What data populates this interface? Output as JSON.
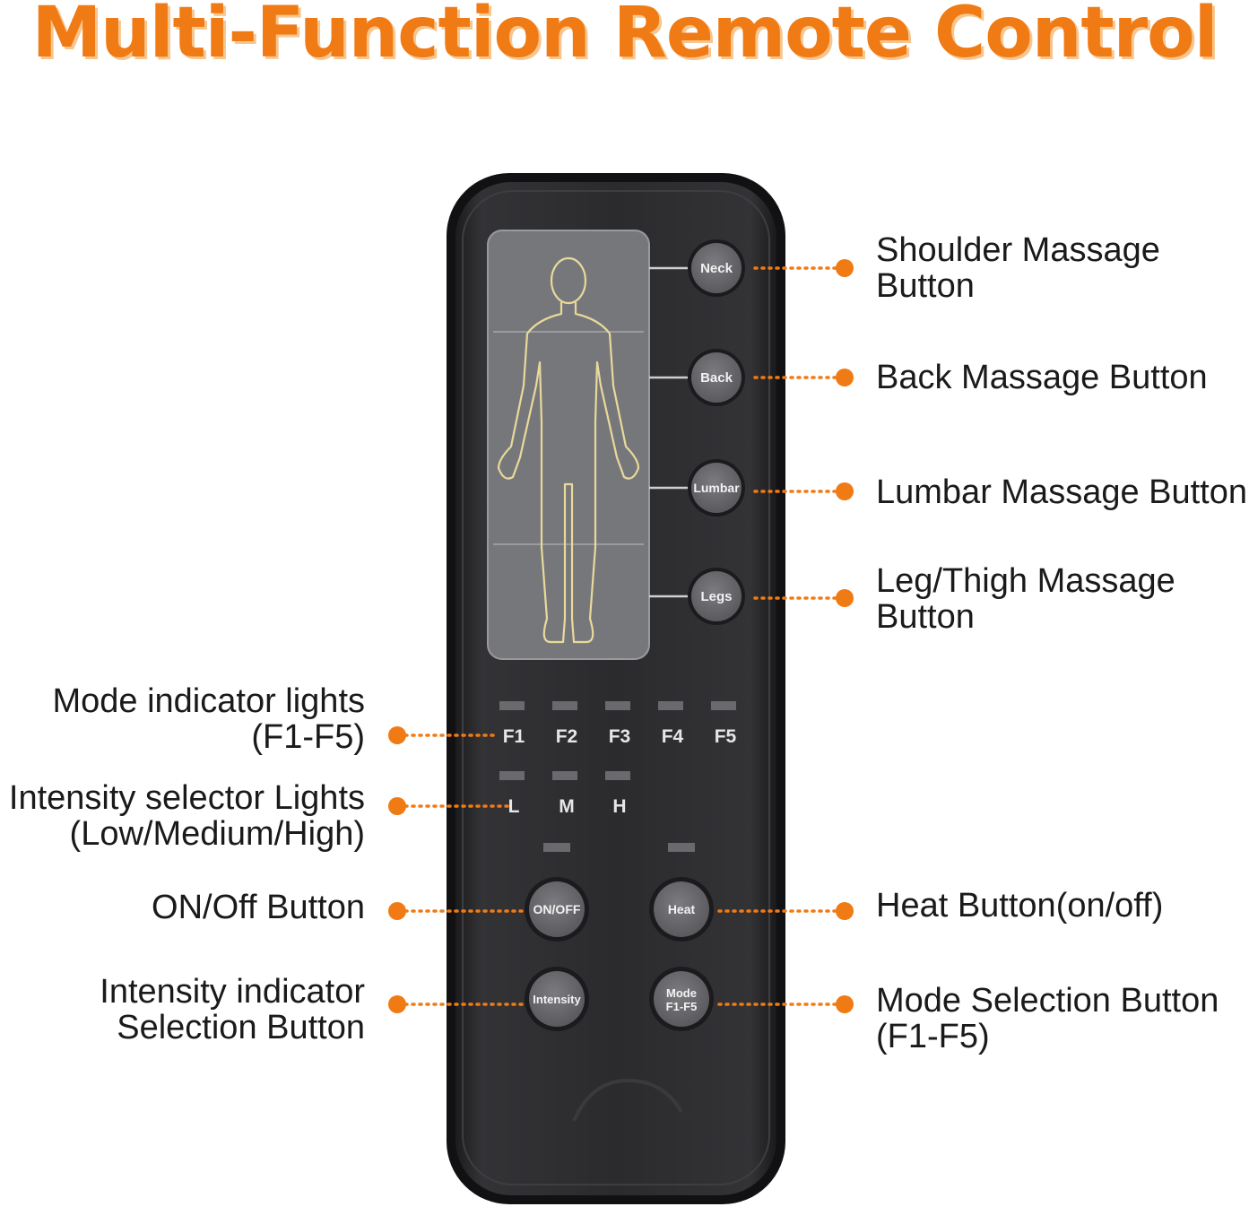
{
  "title": "Multi-Function Remote Control",
  "remote": {
    "buttons": {
      "neck": "Neck",
      "back": "Back",
      "lumbar": "Lumbar",
      "legs": "Legs",
      "onoff": "ON/OFF",
      "heat": "Heat",
      "intensity": "Intensity",
      "mode_line1": "Mode",
      "mode_line2": "F1-F5"
    },
    "mode_lights": [
      "F1",
      "F2",
      "F3",
      "F4",
      "F5"
    ],
    "intensity_lights": [
      "L",
      "M",
      "H"
    ]
  },
  "callouts": {
    "shoulder": {
      "line1": "Shoulder Massage",
      "line2": "Button"
    },
    "back": {
      "line1": "Back Massage Button"
    },
    "lumbar": {
      "line1": "Lumbar Massage Button"
    },
    "leg": {
      "line1": "Leg/Thigh Massage",
      "line2": "Button"
    },
    "mode_lights": {
      "line1": "Mode indicator lights",
      "line2": "(F1-F5)"
    },
    "intensity_lights": {
      "line1": "Intensity selector Lights",
      "line2": "(Low/Medium/High)"
    },
    "onoff": {
      "line1": "ON/Off Button"
    },
    "heat": {
      "line1": "Heat Button(on/off)"
    },
    "intensity_button": {
      "line1": "Intensity indicator",
      "line2": "Selection Button"
    },
    "mode_button": {
      "line1": "Mode Selection Button",
      "line2": "(F1-F5)"
    }
  },
  "colors": {
    "accent": "#f07a14",
    "remote_body": "#2a2a2c",
    "button": "#6a6a6e",
    "body_outline": "#e8d99a"
  }
}
